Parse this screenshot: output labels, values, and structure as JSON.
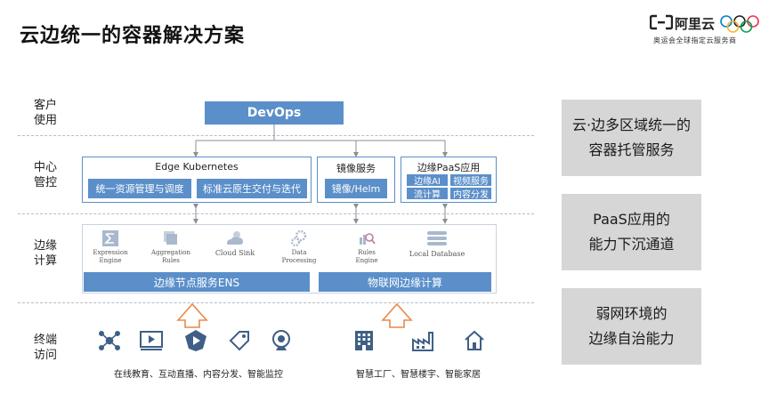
{
  "page": {
    "title": "云边统一的容器解决方案"
  },
  "brand": {
    "name": "阿里云",
    "subtitle": "奥运会全球指定云服务商",
    "colors": {
      "accent": "#5b8fc9",
      "panel": "#d6d6d6"
    }
  },
  "rows": {
    "customer": "客户\n使用",
    "center": "中心\n管控",
    "edge": "边缘\n计算",
    "terminal": "终端\n访问"
  },
  "devops": {
    "label": "DevOps"
  },
  "center": {
    "edge_k8s": {
      "title": "Edge Kubernetes",
      "items": [
        "统一资源管理与调度",
        "标准云原生交付与迭代"
      ]
    },
    "mirror": {
      "title": "镜像服务",
      "item": "镜像/Helm"
    },
    "paas": {
      "title": "边缘PaaS应用",
      "items": [
        "边缘AI",
        "视频服务",
        "流计算",
        "内容分发"
      ]
    }
  },
  "edge": {
    "tools": [
      {
        "label": "Expression\nEngine",
        "icon": "sigma-icon"
      },
      {
        "label": "Aggregation\nRules",
        "icon": "stack-icon"
      },
      {
        "label": "Cloud Sink",
        "icon": "cloud-sun-icon"
      },
      {
        "label": "Data\nProcessing",
        "icon": "gears-icon"
      },
      {
        "label": "Rules\nEngine",
        "icon": "chart-search-icon"
      },
      {
        "label": "Local Database",
        "icon": "database-icon"
      }
    ],
    "bars": [
      "边缘节点服务ENS",
      "物联网边缘计算"
    ]
  },
  "terminal": {
    "left_caption": "在线教育、互动直播、内容分发、智能监控",
    "right_caption": "智慧工厂、智慧楼宇、智能家居",
    "left_icons": [
      "network-icon",
      "video-player-icon",
      "shield-play-icon",
      "tag-icon",
      "webcam-icon"
    ],
    "right_icons": [
      "building-icon",
      "factory-icon",
      "home-icon"
    ]
  },
  "panels": [
    {
      "line1": "云·边多区域统一的",
      "line2": "容器托管服务"
    },
    {
      "line1": "PaaS应用的",
      "line2": "能力下沉通道"
    },
    {
      "line1": "弱网环境的",
      "line2": "边缘自治能力"
    }
  ]
}
